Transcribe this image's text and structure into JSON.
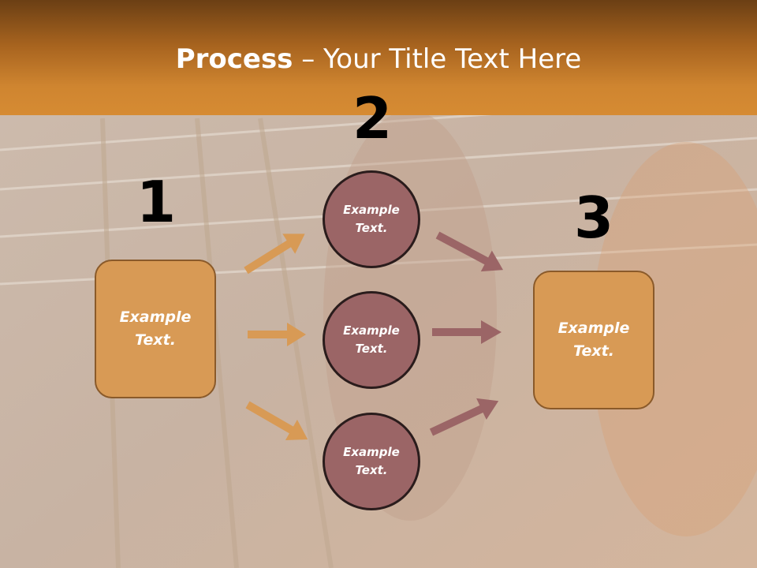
{
  "title": {
    "bold": "Process",
    "rest": " – Your Title Text Here"
  },
  "step_numbers": [
    "1",
    "2",
    "3"
  ],
  "left_box": {
    "text": "Example Text."
  },
  "circles": [
    {
      "text": "Example Text."
    },
    {
      "text": "Example Text."
    },
    {
      "text": "Example Text."
    }
  ],
  "right_box": {
    "text": "Example Text."
  },
  "colors": {
    "header": "#cf8530",
    "box_fill": "#d89a55",
    "circle_fill": "#9b6566",
    "arrow_left": "#d89a55",
    "arrow_right": "#9b6566"
  }
}
